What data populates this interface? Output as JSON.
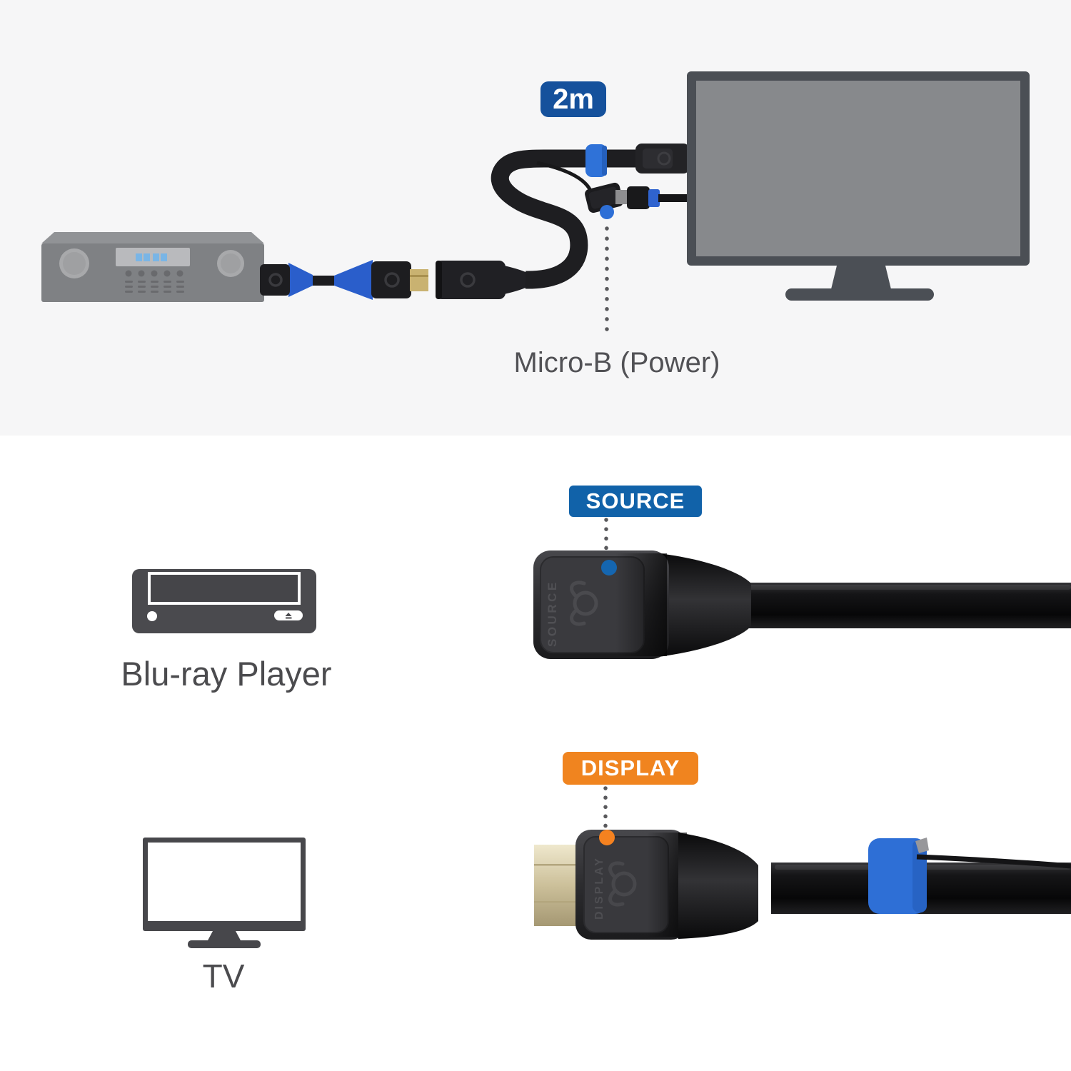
{
  "top_diagram": {
    "length_badge": "2m",
    "micro_b_label": "Micro-B (Power)"
  },
  "source_section": {
    "badge_label": "SOURCE",
    "connector_embossed": "SOURCE",
    "device_label": "Blu-ray Player"
  },
  "display_section": {
    "badge_label": "DISPLAY",
    "connector_embossed": "DISPLAY",
    "device_label": "TV"
  },
  "colors": {
    "top_background": "#f6f6f7",
    "length_badge_blue": "#15519c",
    "source_badge_blue": "#1162a9",
    "display_badge_orange": "#f0841f",
    "velcro_blue": "#2e6fd6",
    "marker_dot_blue": "#1566b0",
    "marker_dot_orange": "#f58220",
    "device_gray": "#4b4f55"
  }
}
